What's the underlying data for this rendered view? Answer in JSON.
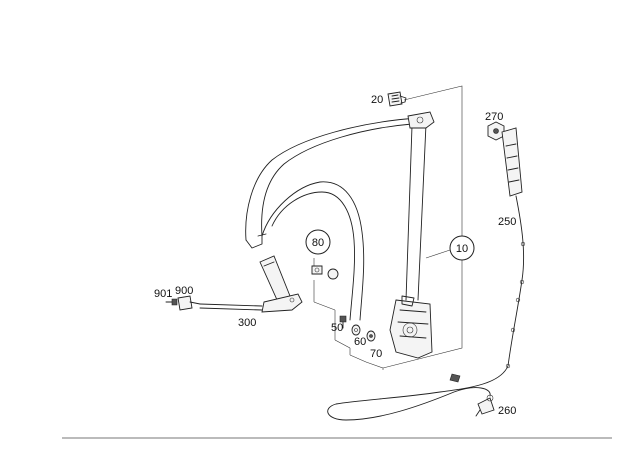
{
  "diagram": {
    "labels": {
      "p10": "10",
      "p20": "20",
      "p50": "50",
      "p60": "60",
      "p70": "70",
      "p80": "80",
      "p250": "250",
      "p260": "260",
      "p270": "270",
      "p300": "300",
      "p900": "900",
      "p901": "901"
    }
  }
}
